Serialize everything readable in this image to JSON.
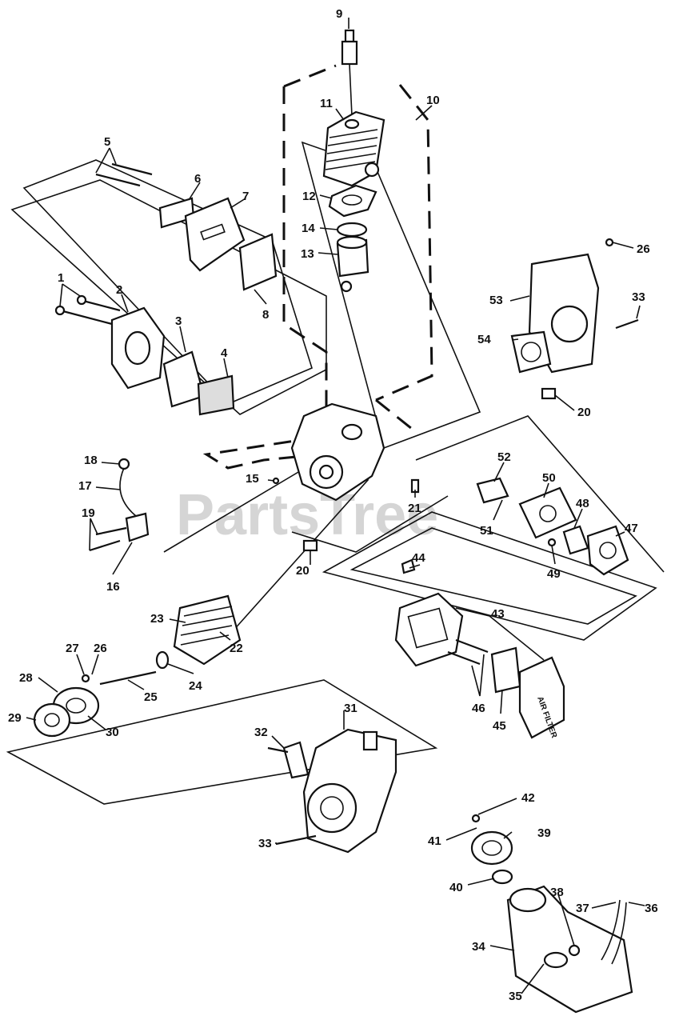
{
  "watermark": "PartsTree",
  "callouts": {
    "c1": "1",
    "c2": "2",
    "c3": "3",
    "c4": "4",
    "c5": "5",
    "c6": "6",
    "c7": "7",
    "c8": "8",
    "c9": "9",
    "c10": "10",
    "c11": "11",
    "c12": "12",
    "c13": "13",
    "c14": "14",
    "c15": "15",
    "c16": "16",
    "c17": "17",
    "c18": "18",
    "c19": "19",
    "c20a": "20",
    "c20b": "20",
    "c21": "21",
    "c22": "22",
    "c23": "23",
    "c24": "24",
    "c25": "25",
    "c26a": "26",
    "c26b": "26",
    "c27": "27",
    "c28": "28",
    "c29": "29",
    "c30": "30",
    "c31": "31",
    "c32": "32",
    "c33a": "33",
    "c33b": "33",
    "c34": "34",
    "c35": "35",
    "c36": "36",
    "c37": "37",
    "c38": "38",
    "c39": "39",
    "c40": "40",
    "c41": "41",
    "c42": "42",
    "c43": "43",
    "c44": "44",
    "c45": "45",
    "c46": "46",
    "c47": "47",
    "c48": "48",
    "c49": "49",
    "c50": "50",
    "c51": "51",
    "c52": "52",
    "c53": "53",
    "c54": "54"
  },
  "air_filter_cover_text": "AIR FILTER"
}
